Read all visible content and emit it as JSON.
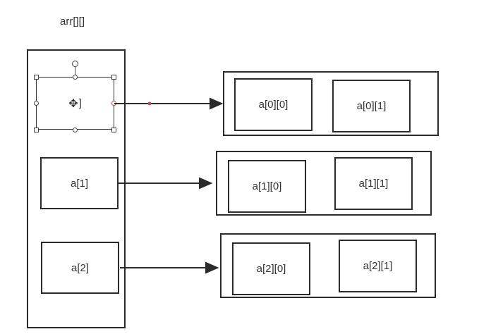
{
  "diagram": {
    "title": "arr[][]",
    "outer_array": {
      "cells": [
        {
          "label": "]",
          "selected": true,
          "icon": "move-icon"
        },
        {
          "label": "a[1]"
        },
        {
          "label": "a[2]"
        }
      ]
    },
    "rows": [
      {
        "cells": [
          "a[0][0]",
          "a[0][1]"
        ]
      },
      {
        "cells": [
          "a[1][0]",
          "a[1][1]"
        ]
      },
      {
        "cells": [
          "a[2][0]",
          "a[2][1]"
        ]
      }
    ],
    "colors": {
      "stroke": "#2b2b2b",
      "connector_dot": "#c0504d"
    }
  }
}
